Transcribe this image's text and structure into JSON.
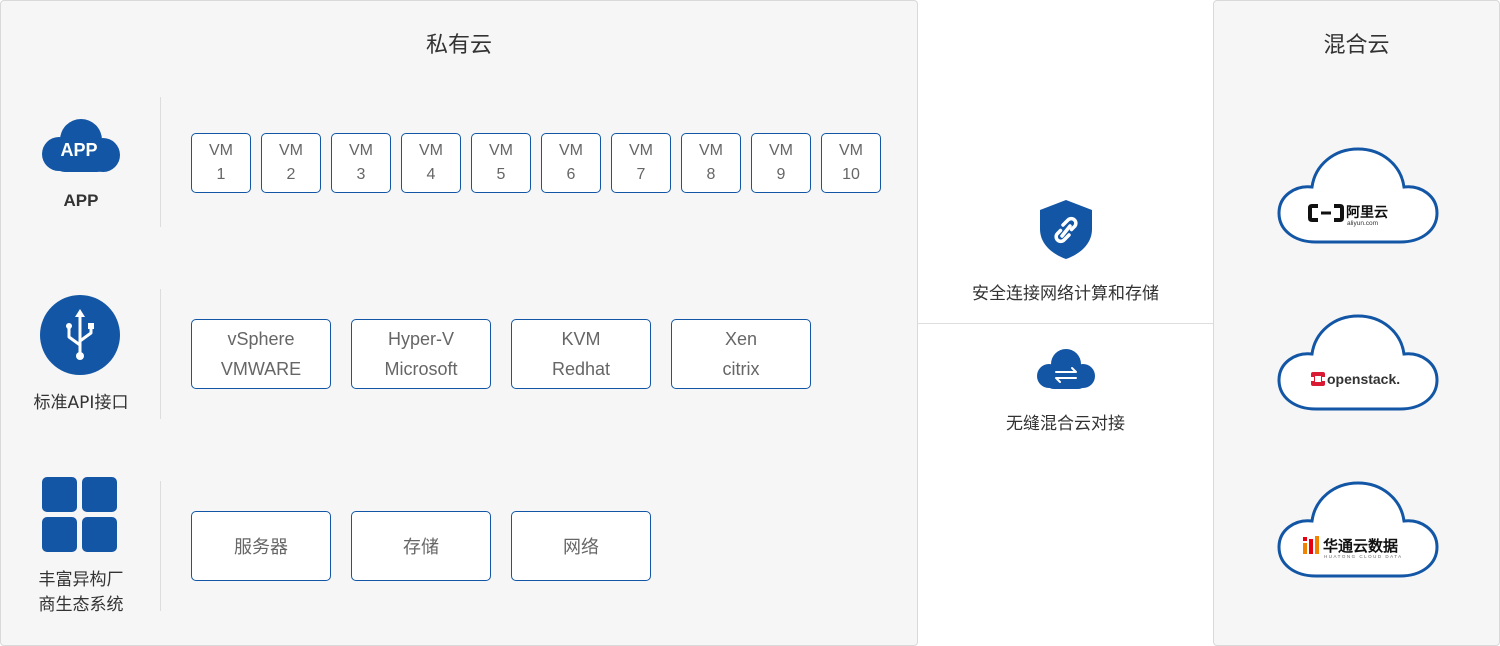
{
  "private_cloud": {
    "title": "私有云",
    "rows": [
      {
        "label": "APP",
        "icon": "cloud-app-icon",
        "icon_text": "APP",
        "items": [
          [
            "VM",
            "1"
          ],
          [
            "VM",
            "2"
          ],
          [
            "VM",
            "3"
          ],
          [
            "VM",
            "4"
          ],
          [
            "VM",
            "5"
          ],
          [
            "VM",
            "6"
          ],
          [
            "VM",
            "7"
          ],
          [
            "VM",
            "8"
          ],
          [
            "VM",
            "9"
          ],
          [
            "VM",
            "10"
          ]
        ]
      },
      {
        "label": "标准API接口",
        "icon": "usb-icon",
        "items": [
          [
            "vSphere",
            "VMWARE"
          ],
          [
            "Hyper-V",
            "Microsoft"
          ],
          [
            "KVM",
            "Redhat"
          ],
          [
            "Xen",
            "citrix"
          ]
        ]
      },
      {
        "label_lines": [
          "丰富异构厂",
          "商生态系统"
        ],
        "icon": "grid-icon",
        "items": [
          "服务器",
          "存储",
          "网络"
        ]
      }
    ]
  },
  "connection": {
    "secure": {
      "label": "安全连接网络计算和存储",
      "icon": "shield-link-icon"
    },
    "seamless": {
      "label": "无缝混合云对接",
      "icon": "cloud-sync-icon"
    }
  },
  "hybrid_cloud": {
    "title": "混合云",
    "providers": [
      {
        "name": "阿里云",
        "sub": "aliyun.com",
        "icon": "aliyun-logo"
      },
      {
        "name": "openstack.",
        "icon": "openstack-logo"
      },
      {
        "name": "华通云数据",
        "sub": "HUATONG CLOUD DATA",
        "icon": "huatong-logo"
      }
    ]
  },
  "colors": {
    "accent": "#1256a5",
    "panel_bg": "#f6f6f6",
    "border": "#d9d9d9",
    "openstack_red": "#da1a32",
    "huatong_orange": "#f08300"
  }
}
